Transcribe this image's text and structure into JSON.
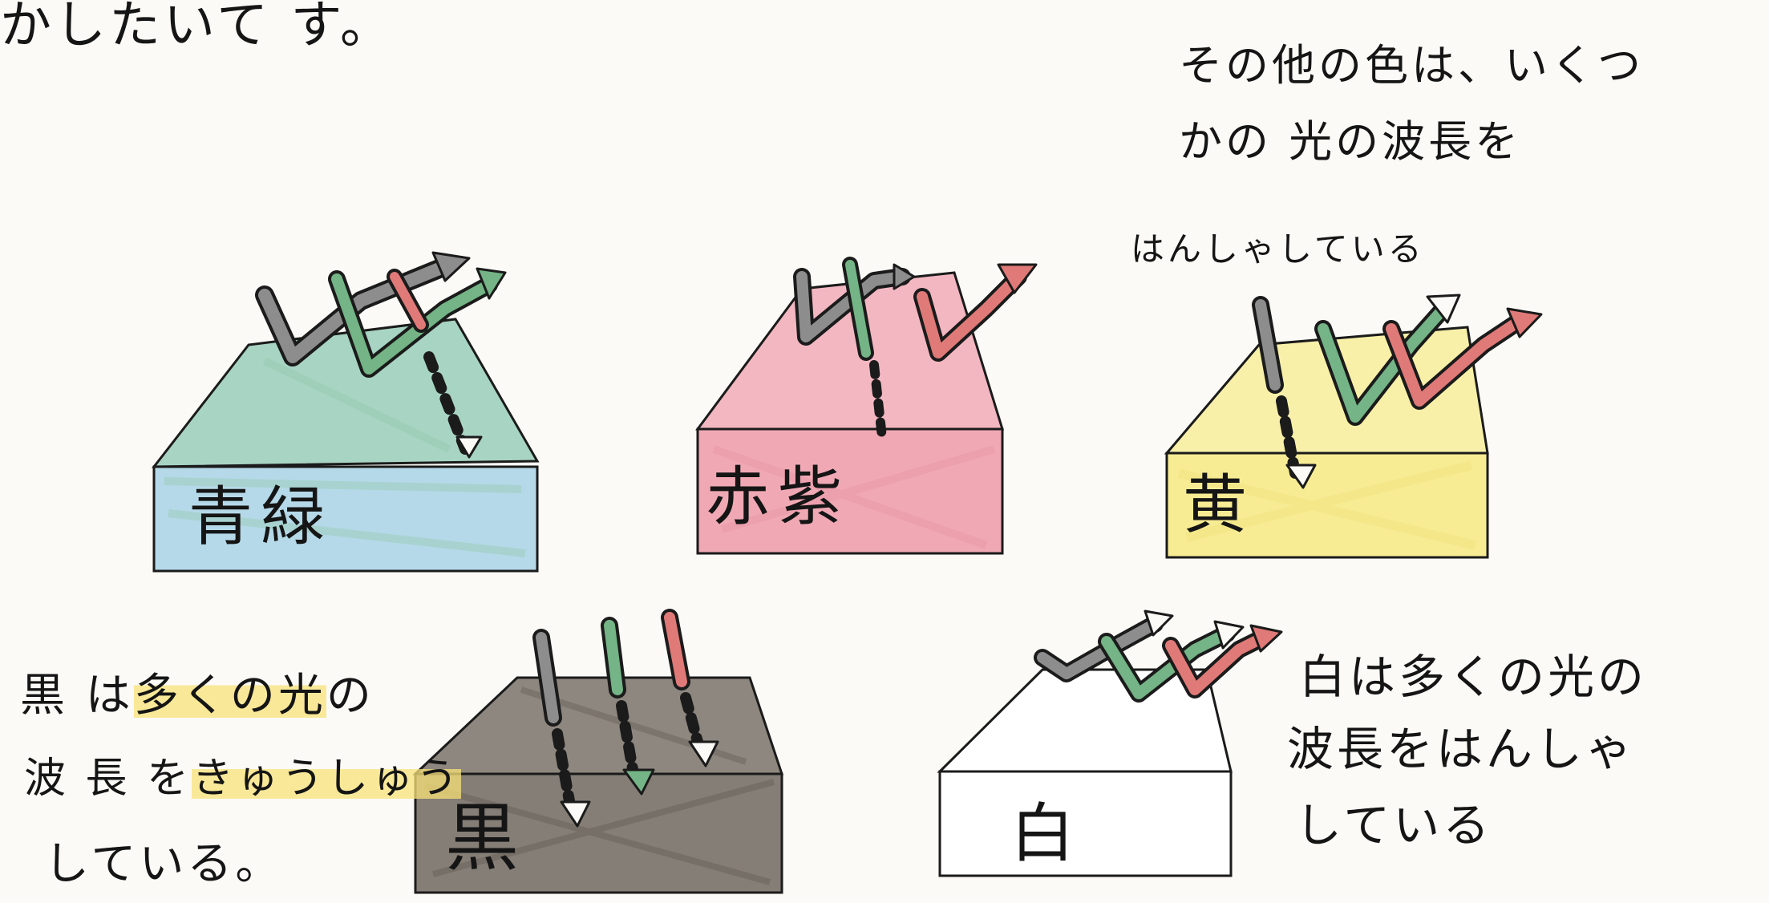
{
  "top_line": "かしたいて す。",
  "other_colors_note": {
    "line1": "その他の色は、いくつ",
    "line2": "かの 光の波長を",
    "line3": "はんしゃしている"
  },
  "houses": {
    "blue_green": {
      "label": "青緑",
      "color": "#9ccfc2"
    },
    "red_purple": {
      "label": "赤紫",
      "color": "#eea6b6"
    },
    "yellow": {
      "label": "黄",
      "color": "#f7ee9a"
    },
    "black": {
      "label": "黒",
      "color": "#8a837b"
    },
    "white": {
      "label": "白",
      "color": "#ffffff"
    }
  },
  "black_note": {
    "line1_a": "黒 は",
    "line1_b": "多くの光",
    "line1_c": "の",
    "line2_a": "波 長 を",
    "line2_b": "きゅうしゅう",
    "line3": "している。"
  },
  "white_note": {
    "line1": "白は多くの光の",
    "line2": "波長をはんしゃ",
    "line3": "している"
  },
  "arrow_colors": {
    "gray": "#8d8d8d",
    "green": "#74b486",
    "red": "#e07a78",
    "outline": "#1b1b1b"
  }
}
